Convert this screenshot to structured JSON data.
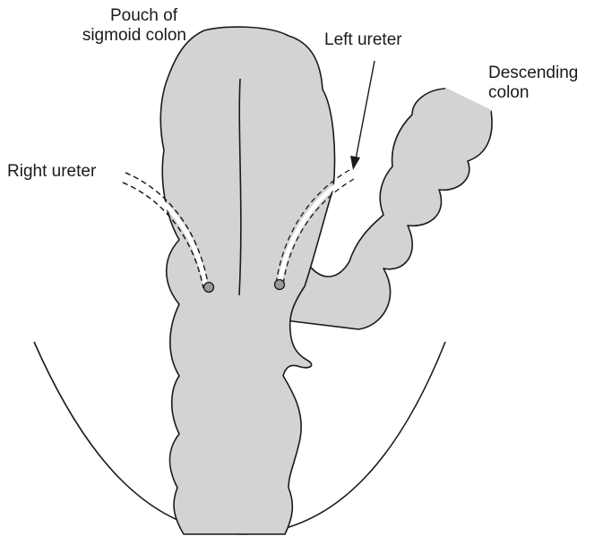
{
  "labels": {
    "pouch_line1": "Pouch of",
    "pouch_line2": "sigmoid colon",
    "left_ureter": "Left ureter",
    "descending_line1": "Descending",
    "descending_line2": "colon",
    "right_ureter": "Right ureter"
  },
  "colors": {
    "bowel_fill": "#d3d3d3",
    "outline": "#1a1a1a",
    "ureter_orifice": "#9a9a9a",
    "background": "#ffffff"
  }
}
